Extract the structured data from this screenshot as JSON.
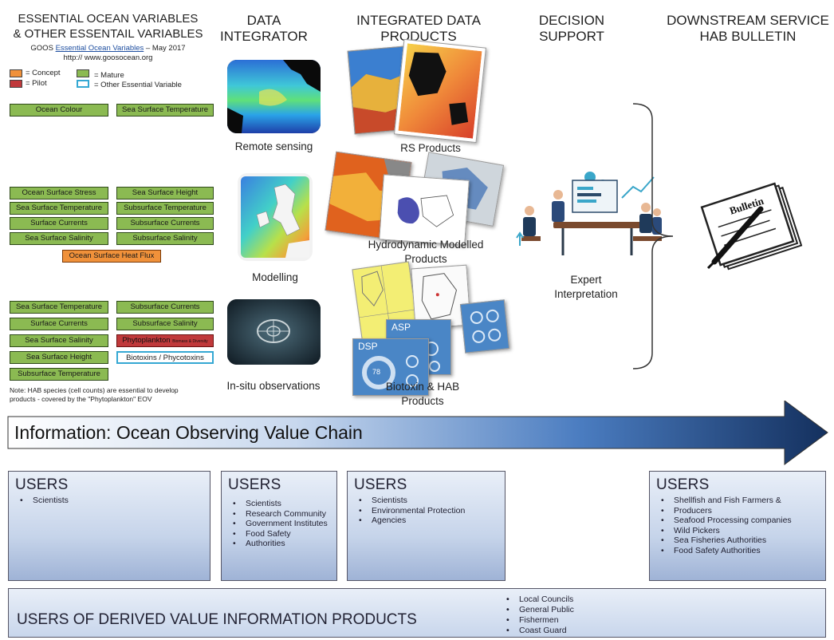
{
  "headers": {
    "eov_title_1": "ESSENTIAL OCEAN VARIABLES",
    "eov_title_2": "& OTHER ESSENTAIL VARIABLES",
    "goos_prefix": "GOOS ",
    "goos_link": "Essential Ocean Variables",
    "goos_suffix": " – May 2017",
    "goos_url": "http:// www.goosocean.org",
    "data_integrator_1": "DATA",
    "data_integrator_2": "INTEGRATOR",
    "integrated_1": "INTEGRATED DATA",
    "integrated_2": "PRODUCTS",
    "decision_1": "DECISION",
    "decision_2": "SUPPORT",
    "downstream_1": "DOWNSTREAM SERVICE",
    "downstream_2": "HAB BULLETIN"
  },
  "legend": {
    "concept": "= Concept",
    "pilot": "= Pilot",
    "mature": "= Mature",
    "other": "= Other Essential Variable",
    "colors": {
      "concept": "#f0913a",
      "pilot": "#c0393b",
      "mature": "#8bba52",
      "other": "#35a8d3"
    }
  },
  "variables": {
    "remote": [
      "Ocean Colour",
      "Sea Surface Temperature"
    ],
    "model_left": [
      "Ocean Surface Stress",
      "Sea Surface Temperature",
      "Surface Currents",
      "Sea Surface Salinity"
    ],
    "model_right": [
      "Sea Surface Height",
      "Subsurface Temperature",
      "Subsurface Currents",
      "Subsurface Salinity"
    ],
    "model_concept": "Ocean Surface Heat Flux",
    "insitu_left": [
      "Sea Surface Temperature",
      "Surface Currents",
      "Sea Surface Salinity",
      "Sea Surface Height",
      "Subsurface Temperature"
    ],
    "insitu_right": [
      "Subsurface Currents",
      "Subsurface Salinity"
    ],
    "insitu_pilot": "Phytoplankton",
    "insitu_pilot_sub": "Biomass & Diversity",
    "insitu_other": "Biotoxins / Phycotoxins"
  },
  "note": {
    "line1": "Note: HAB species (cell counts) are essential to develop",
    "line2": "products - covered by the \"Phytoplankton\" EOV"
  },
  "integrator": {
    "remote": "Remote sensing",
    "modelling": "Modelling",
    "insitu": "In-situ observations"
  },
  "products": {
    "rs": "RS Products",
    "hydro_1": "Hydrodynamic Modelled",
    "hydro_2": "Products",
    "biotoxin_1": "Biotoxin & HAB",
    "biotoxin_2": "Products",
    "card_asp": "ASP",
    "card_dsp": "DSP",
    "card_value": "78"
  },
  "decision": {
    "line1": "Expert",
    "line2": "Interpretation"
  },
  "bulletin": {
    "label": "Bulletin"
  },
  "value_chain": {
    "label": "Information: Ocean Observing Value Chain"
  },
  "users": [
    {
      "title": "USERS",
      "items": [
        "Scientists"
      ]
    },
    {
      "title": "USERS",
      "items": [
        "Scientists",
        "Research Community",
        "Government Institutes",
        "Food Safety",
        "Authorities"
      ]
    },
    {
      "title": "USERS",
      "items": [
        "Scientists",
        "Environmental Protection",
        "Agencies"
      ]
    },
    {
      "title": "USERS",
      "items": [
        "Shellfish and Fish Farmers &",
        "Producers",
        "Seafood Processing companies",
        "Wild Pickers",
        "Sea Fisheries Authorities",
        "Food Safety Authorities"
      ]
    }
  ],
  "derived": {
    "title": "USERS OF DERIVED VALUE INFORMATION PRODUCTS",
    "items": [
      "Local Councils",
      "General Public",
      "Fishermen",
      "Coast Guard"
    ]
  }
}
